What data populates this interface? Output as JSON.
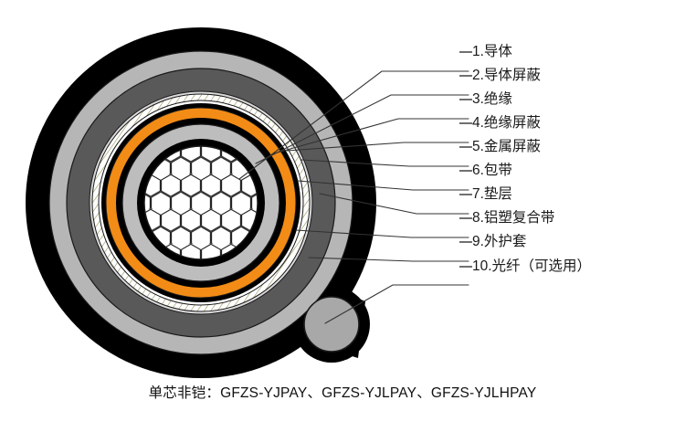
{
  "diagram": {
    "title_caption": "单芯非铠：GFZS-YJPAY、GFZS-YJLPAY、GFZS-YJLHPAY",
    "callouts": [
      {
        "num": "1.",
        "text": "导体",
        "full": "1.导体"
      },
      {
        "num": "2.",
        "text": "导体屏蔽",
        "full": "2.导体屏蔽"
      },
      {
        "num": "3.",
        "text": "绝缘",
        "full": "3.绝缘"
      },
      {
        "num": "4.",
        "text": "绝缘屏蔽",
        "full": "4.绝缘屏蔽"
      },
      {
        "num": "5.",
        "text": "金属屏蔽",
        "full": "5.金属屏蔽"
      },
      {
        "num": "6.",
        "text": "包带",
        "full": "6.包带"
      },
      {
        "num": "7.",
        "text": "垫层",
        "full": "7.垫层"
      },
      {
        "num": "8.",
        "text": "铝塑复合带",
        "full": "8.铝塑复合带"
      },
      {
        "num": "9.",
        "text": "外护套",
        "full": "9.外护套"
      },
      {
        "num": "10.",
        "text": "光纤（可选用）",
        "full": "10.光纤（可选用）"
      }
    ],
    "colors": {
      "outer_sheath": "#000000",
      "bedding_gray": "#b6b6b6",
      "metal_shield_dark_gray": "#595959",
      "alu_plastic_tape": "#ffffff",
      "insulation_orange": "#f28c16",
      "insulation_shield": "#000000",
      "conductor_shield": "#000000",
      "inner_gray": "#bdbdbd",
      "conductor_core": "#ffffff",
      "optical_fiber": "#a8a8a8",
      "leader_line": "#333333",
      "label_text": "#1a1a1a"
    }
  }
}
